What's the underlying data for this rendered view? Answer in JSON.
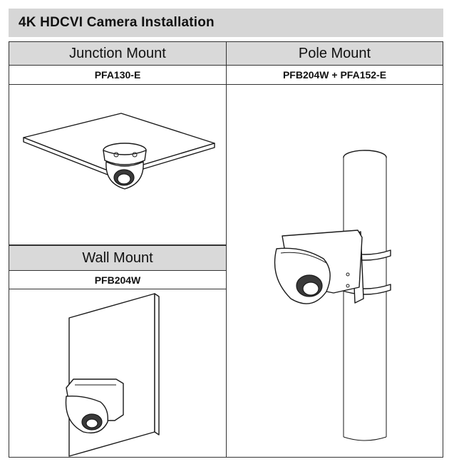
{
  "title": "4K HDCVI Camera Installation",
  "mounts": {
    "junction": {
      "heading": "Junction Mount",
      "model": "PFA130-E"
    },
    "pole": {
      "heading": "Pole Mount",
      "model": "PFB204W + PFA152-E"
    },
    "wall": {
      "heading": "Wall Mount",
      "model": "PFB204W"
    }
  }
}
